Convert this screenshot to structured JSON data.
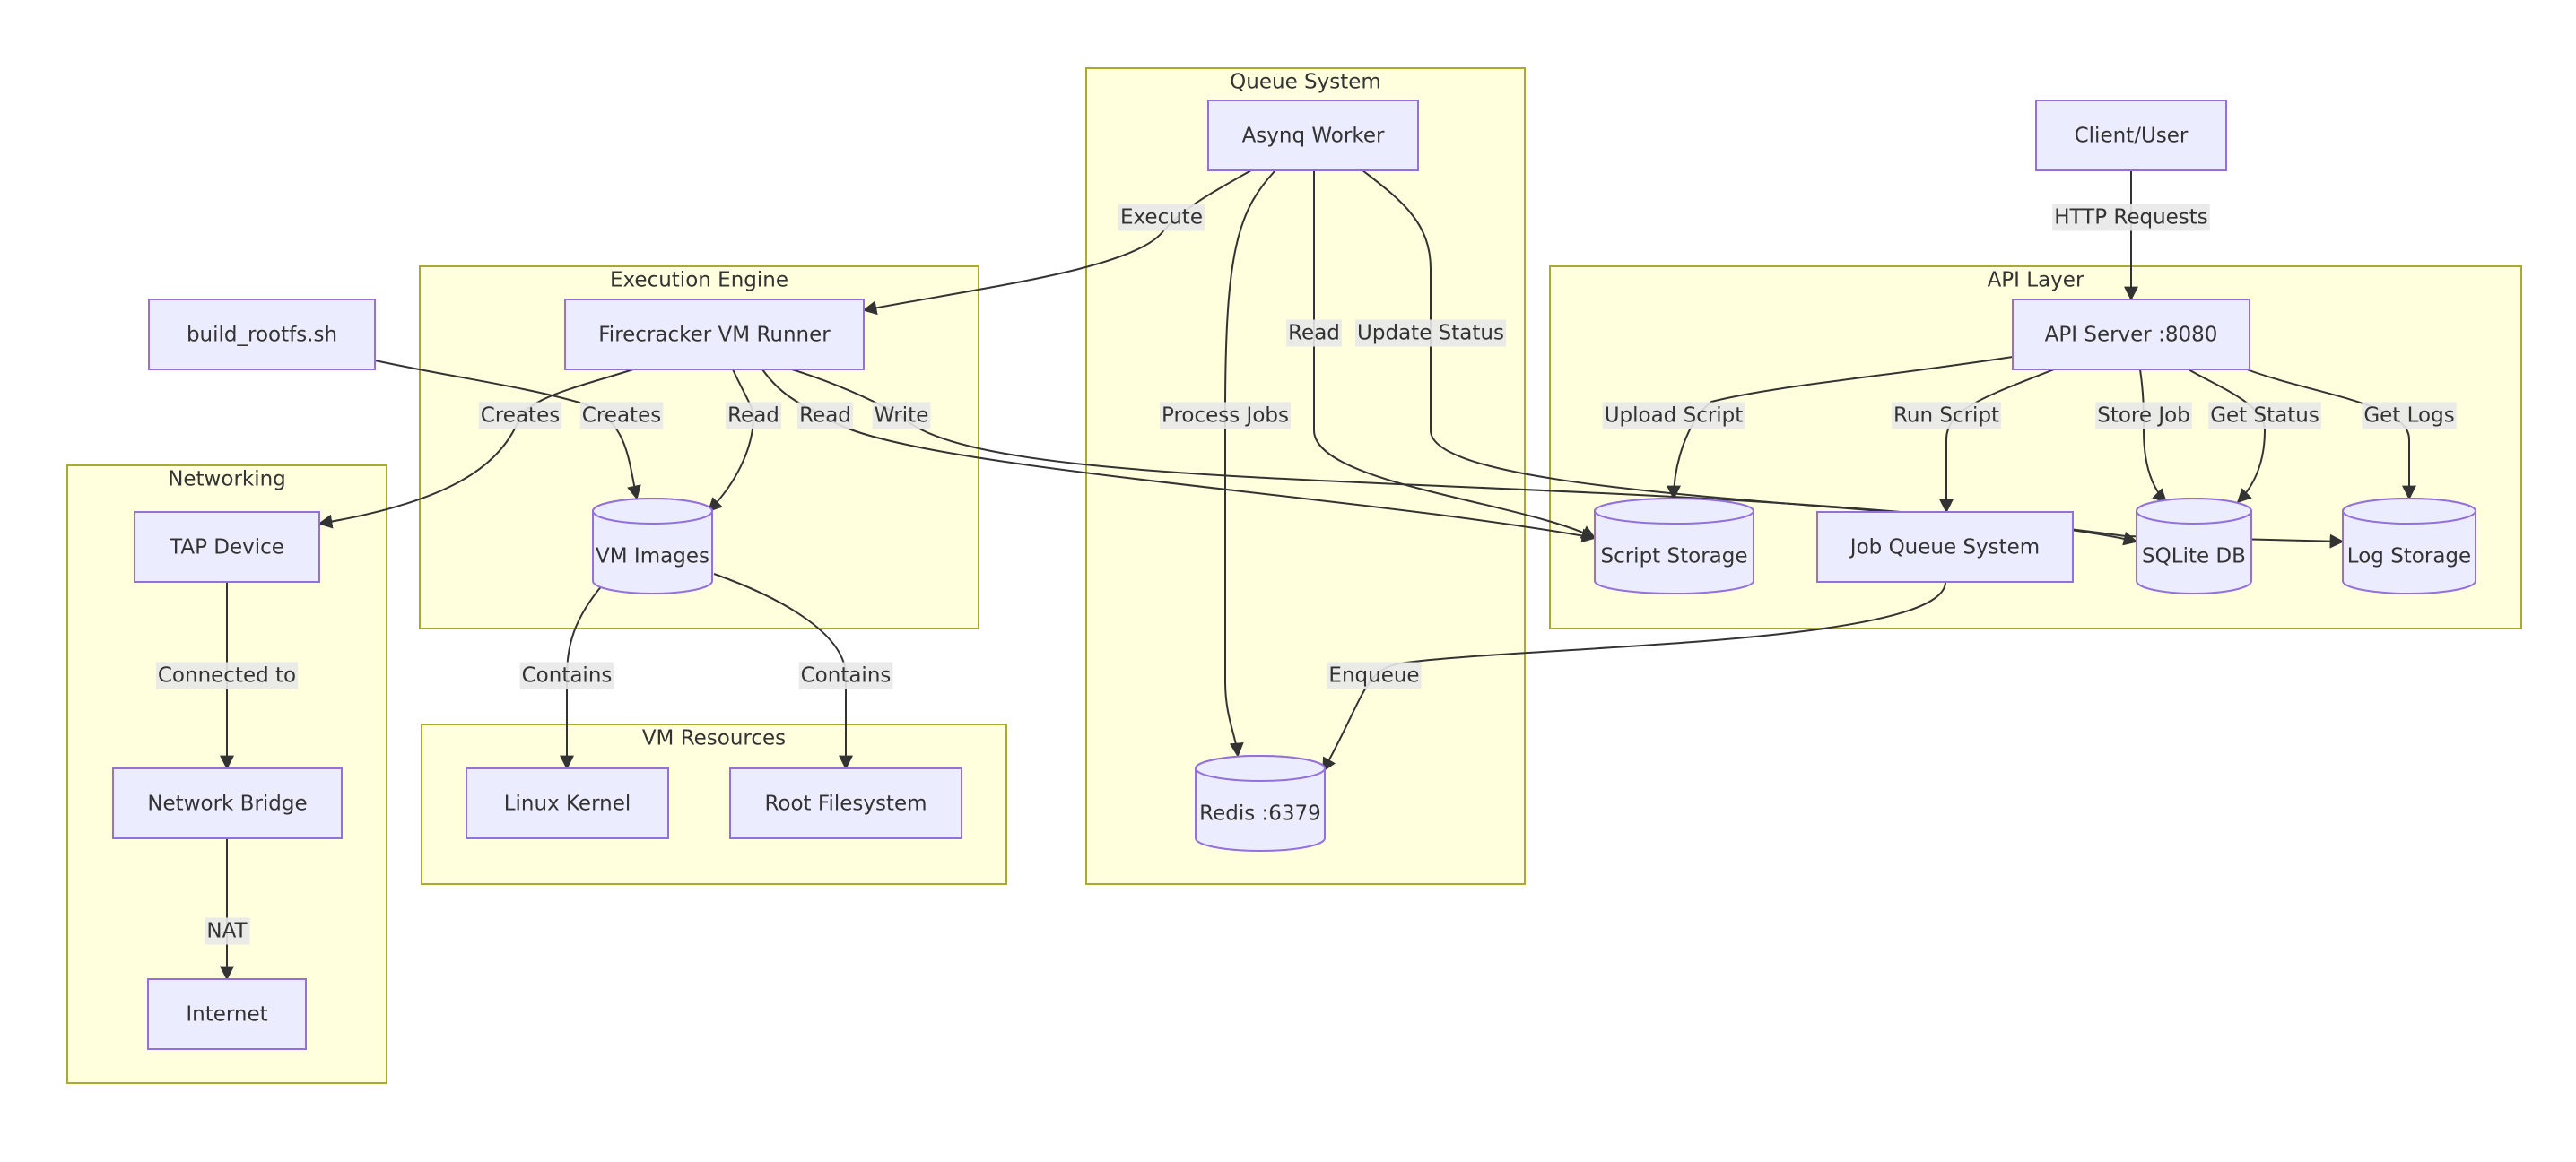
{
  "clusters": [
    {
      "id": "queue",
      "title": "Queue System"
    },
    {
      "id": "exec",
      "title": "Execution Engine"
    },
    {
      "id": "api",
      "title": "API Layer"
    },
    {
      "id": "net",
      "title": "Networking"
    },
    {
      "id": "vmres",
      "title": "VM Resources"
    }
  ],
  "nodes": [
    {
      "id": "asynq",
      "label": "Asynq Worker",
      "shape": "rect"
    },
    {
      "id": "client",
      "label": "Client/User",
      "shape": "rect"
    },
    {
      "id": "firecracker",
      "label": "Firecracker VM Runner",
      "shape": "rect"
    },
    {
      "id": "buildrootfs",
      "label": "build_rootfs.sh",
      "shape": "rect"
    },
    {
      "id": "apiserver",
      "label": "API Server :8080",
      "shape": "rect"
    },
    {
      "id": "tap",
      "label": "TAP Device",
      "shape": "rect"
    },
    {
      "id": "vmimages",
      "label": "VM Images",
      "shape": "cylinder"
    },
    {
      "id": "scriptstorage",
      "label": "Script Storage",
      "shape": "cylinder"
    },
    {
      "id": "jobqueue",
      "label": "Job Queue System",
      "shape": "rect"
    },
    {
      "id": "sqlite",
      "label": "SQLite DB",
      "shape": "cylinder"
    },
    {
      "id": "logstorage",
      "label": "Log Storage",
      "shape": "cylinder"
    },
    {
      "id": "bridge",
      "label": "Network Bridge",
      "shape": "rect"
    },
    {
      "id": "kernel",
      "label": "Linux Kernel",
      "shape": "rect"
    },
    {
      "id": "rootfs",
      "label": "Root Filesystem",
      "shape": "rect"
    },
    {
      "id": "redis",
      "label": "Redis :6379",
      "shape": "cylinder"
    },
    {
      "id": "internet",
      "label": "Internet",
      "shape": "rect"
    }
  ],
  "edges": [
    {
      "id": "e-client-api",
      "from": "client",
      "to": "apiserver",
      "label": "HTTP Requests"
    },
    {
      "id": "e-asynq-fc",
      "from": "asynq",
      "to": "firecracker",
      "label": "Execute"
    },
    {
      "id": "e-asynq-redis",
      "from": "asynq",
      "to": "redis",
      "label": "Process Jobs"
    },
    {
      "id": "e-asynq-script",
      "from": "asynq",
      "to": "scriptstorage",
      "label": "Read"
    },
    {
      "id": "e-asynq-sqlite",
      "from": "asynq",
      "to": "sqlite",
      "label": "Update Status"
    },
    {
      "id": "e-fc-tap",
      "from": "firecracker",
      "to": "tap",
      "label": "Creates"
    },
    {
      "id": "e-build-vm",
      "from": "buildrootfs",
      "to": "vmimages",
      "label": "Creates"
    },
    {
      "id": "e-fc-vm",
      "from": "firecracker",
      "to": "vmimages",
      "label": "Read"
    },
    {
      "id": "e-fc-script",
      "from": "firecracker",
      "to": "scriptstorage",
      "label": "Read"
    },
    {
      "id": "e-fc-log",
      "from": "firecracker",
      "to": "logstorage",
      "label": "Write"
    },
    {
      "id": "e-api-script",
      "from": "apiserver",
      "to": "scriptstorage",
      "label": "Upload Script"
    },
    {
      "id": "e-api-jq",
      "from": "apiserver",
      "to": "jobqueue",
      "label": "Run Script"
    },
    {
      "id": "e-api-sqlite-store",
      "from": "apiserver",
      "to": "sqlite",
      "label": "Store Job"
    },
    {
      "id": "e-api-sqlite-status",
      "from": "apiserver",
      "to": "sqlite",
      "label": "Get Status"
    },
    {
      "id": "e-api-log",
      "from": "apiserver",
      "to": "logstorage",
      "label": "Get Logs"
    },
    {
      "id": "e-tap-bridge",
      "from": "tap",
      "to": "bridge",
      "label": "Connected to"
    },
    {
      "id": "e-vm-kernel",
      "from": "vmimages",
      "to": "kernel",
      "label": "Contains"
    },
    {
      "id": "e-vm-rootfs",
      "from": "vmimages",
      "to": "rootfs",
      "label": "Contains"
    },
    {
      "id": "e-jq-redis",
      "from": "jobqueue",
      "to": "redis",
      "label": "Enqueue"
    },
    {
      "id": "e-bridge-internet",
      "from": "bridge",
      "to": "internet",
      "label": "NAT"
    }
  ],
  "colors": {
    "cluster_fill": "#ffffde",
    "cluster_stroke": "#aaaa33",
    "node_fill": "#ececff",
    "node_stroke": "#9370db",
    "edge_stroke": "#333333",
    "label_bg": "#e8e8e8"
  }
}
